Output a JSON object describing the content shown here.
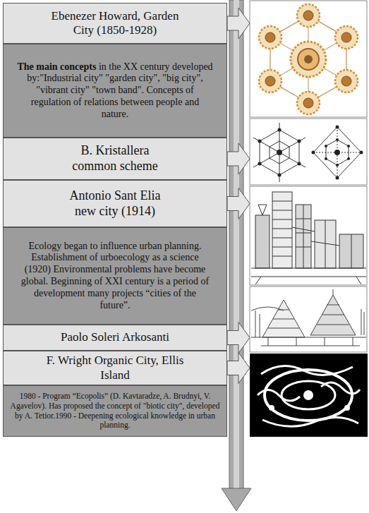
{
  "diagram": {
    "nodes": [
      {
        "text": [
          "Ebenezer Howard, Garden City (1850-1928)"
        ]
      },
      {
        "text": [
          "The main concepts",
          "in the XX century developed by:\"Industrial city\" \"garden city\", \"big city\", \"vibrant city\" \"town band\". Concepts of regulation of relations between people and nature."
        ]
      },
      {
        "text": [
          "B. Kristallera common scheme"
        ]
      },
      {
        "text": [
          "Antonio Sant Elia new city (1914)"
        ]
      },
      {
        "text": [
          "Ecology began to influence urban planning. Establishment of urboecology as a science (1920) Environmental problems have become global. Beginning of XXI century is a period of development many projects “cities of the future”."
        ]
      },
      {
        "text": [
          "Paolo Soleri Arkosanti"
        ]
      },
      {
        "text": [
          "F. Wright Organic City, Ellis Island"
        ]
      },
      {
        "text": [
          "1980 - Program “Ecopolis” (D. Kavtaradze, A. Brudnyi, V. Agavelov). Has proposed the concept of \"biotic city\", developed by A. Tetior.1990 - Deepening ecological knowledge in urban planning."
        ]
      }
    ]
  }
}
